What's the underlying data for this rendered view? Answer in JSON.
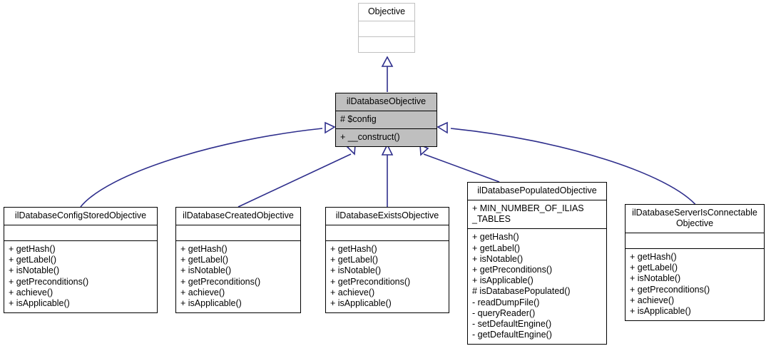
{
  "diagram": {
    "type": "uml-class-inheritance",
    "title": "ilDatabaseObjective inheritance diagram",
    "edge_color": "#2e2e8c",
    "highlight_fill": "#bfbfbf",
    "border_color": "#000000",
    "root_border_color": "#c0c0c0"
  },
  "classes": [
    {
      "id": "objective",
      "name": "Objective",
      "attributes": [],
      "operations": []
    },
    {
      "id": "ilDatabaseObjective",
      "name": "ilDatabaseObjective",
      "attributes": [
        "# $config"
      ],
      "operations": [
        "+ __construct()"
      ]
    },
    {
      "id": "ilDatabaseConfigStoredObjective",
      "name": "ilDatabaseConfigStoredObjective",
      "attributes": [],
      "operations": [
        "+ getHash()",
        "+ getLabel()",
        "+ isNotable()",
        "+ getPreconditions()",
        "+ achieve()",
        "+ isApplicable()"
      ]
    },
    {
      "id": "ilDatabaseCreatedObjective",
      "name": "ilDatabaseCreatedObjective",
      "attributes": [],
      "operations": [
        "+ getHash()",
        "+ getLabel()",
        "+ isNotable()",
        "+ getPreconditions()",
        "+ achieve()",
        "+ isApplicable()"
      ]
    },
    {
      "id": "ilDatabaseExistsObjective",
      "name": "ilDatabaseExistsObjective",
      "attributes": [],
      "operations": [
        "+ getHash()",
        "+ getLabel()",
        "+ isNotable()",
        "+ getPreconditions()",
        "+ achieve()",
        "+ isApplicable()"
      ]
    },
    {
      "id": "ilDatabasePopulatedObjective",
      "name": "ilDatabasePopulatedObjective",
      "attributes": [
        "+ MIN_NUMBER_OF_ILIAS\n_TABLES"
      ],
      "operations": [
        "+ getHash()",
        "+ getLabel()",
        "+ isNotable()",
        "+ getPreconditions()",
        "+ isApplicable()",
        "# isDatabasePopulated()",
        "- readDumpFile()",
        "- queryReader()",
        "- setDefaultEngine()",
        "- getDefaultEngine()"
      ]
    },
    {
      "id": "ilDatabaseServerIsConnectableObjective",
      "name": "ilDatabaseServerIsConnectable\nObjective",
      "attributes": [],
      "operations": [
        "+ getHash()",
        "+ getLabel()",
        "+ isNotable()",
        "+ getPreconditions()",
        "+ achieve()",
        "+ isApplicable()"
      ]
    }
  ],
  "edges": [
    {
      "from": "ilDatabaseObjective",
      "to": "objective",
      "kind": "generalization"
    },
    {
      "from": "ilDatabaseConfigStoredObjective",
      "to": "ilDatabaseObjective",
      "kind": "generalization"
    },
    {
      "from": "ilDatabaseCreatedObjective",
      "to": "ilDatabaseObjective",
      "kind": "generalization"
    },
    {
      "from": "ilDatabaseExistsObjective",
      "to": "ilDatabaseObjective",
      "kind": "generalization"
    },
    {
      "from": "ilDatabasePopulatedObjective",
      "to": "ilDatabaseObjective",
      "kind": "generalization"
    },
    {
      "from": "ilDatabaseServerIsConnectableObjective",
      "to": "ilDatabaseObjective",
      "kind": "generalization"
    }
  ]
}
